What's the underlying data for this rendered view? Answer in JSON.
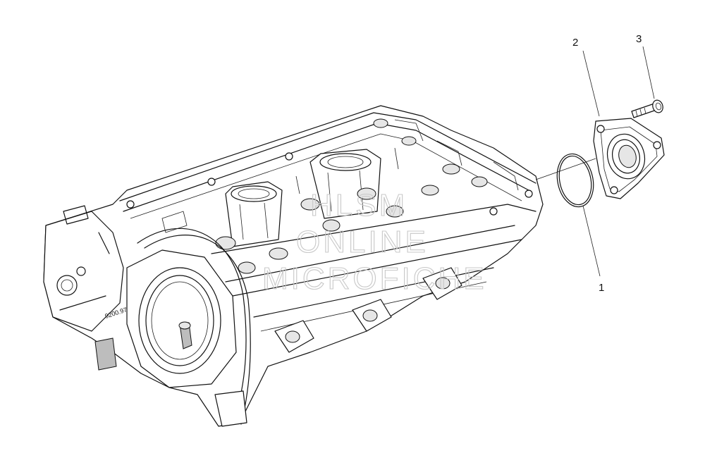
{
  "diagram": {
    "callouts": [
      {
        "id": "1",
        "label": "1",
        "part": "gasket-ring"
      },
      {
        "id": "2",
        "label": "2",
        "part": "thermostat-housing"
      },
      {
        "id": "3",
        "label": "3",
        "part": "bolt"
      }
    ],
    "stamp_text": "9200.97",
    "watermark": [
      "HLSM",
      "ONLINE",
      "MICROFICHE"
    ]
  }
}
